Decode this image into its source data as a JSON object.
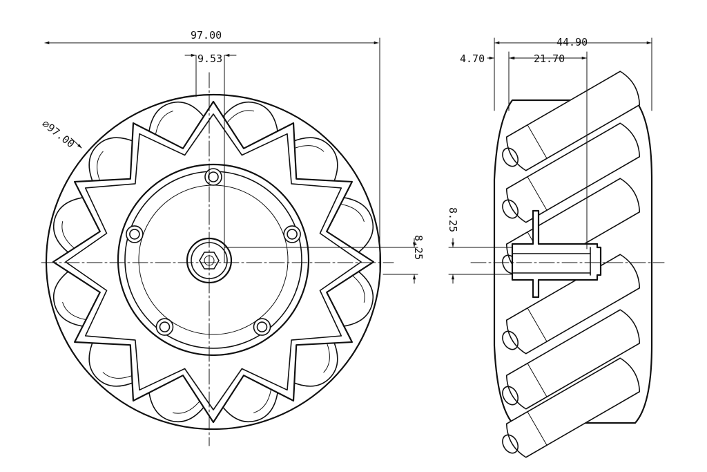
{
  "drawing": {
    "front_view": {
      "overall_width": "97.00",
      "hub_offset": "9.53",
      "diameter": "⌀97.00",
      "axle_offset": "8.25"
    },
    "side_view": {
      "overall_width": "44.90",
      "rim_offset": "4.70",
      "hub_width": "21.70",
      "axle_offset": "8.25"
    },
    "colors": {
      "line": "#111111",
      "background": "#ffffff"
    },
    "roller_count": 12,
    "mount_hole_count": 5
  }
}
